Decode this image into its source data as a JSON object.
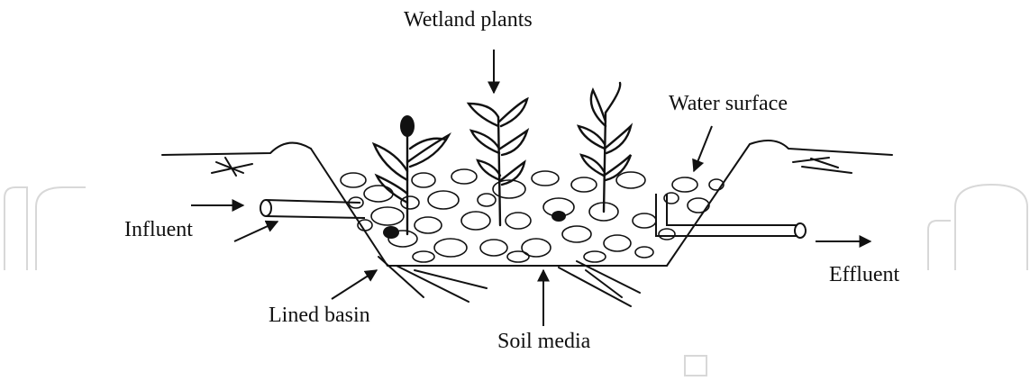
{
  "labels": {
    "wetland_plants": "Wetland plants",
    "water_surface": "Water surface",
    "influent": "Influent",
    "effluent": "Effluent",
    "lined_basin": "Lined basin",
    "soil_media": "Soil media"
  },
  "colors": {
    "ink": "#111111",
    "background": "#ffffff",
    "watermark": "#d8d8d8"
  }
}
